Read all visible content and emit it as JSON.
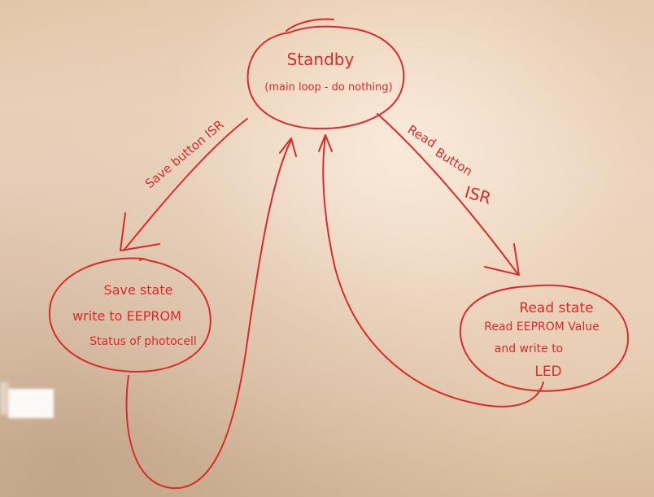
{
  "colors": {
    "marker": "#d92b2b"
  },
  "states": {
    "standby": {
      "title": "Standby",
      "subtitle": "(main loop - do nothing)"
    },
    "save": {
      "title": "Save state",
      "line1": "write to EEPROM",
      "line2": "Status of photocell"
    },
    "read": {
      "title": "Read state",
      "line1": "Read EEPROM Value",
      "line2": "and write to",
      "line3": "LED"
    }
  },
  "transitions": {
    "save_button": "Save button ISR",
    "read_button_1": "Read",
    "read_button_2": "Button",
    "read_button_3": "ISR"
  }
}
